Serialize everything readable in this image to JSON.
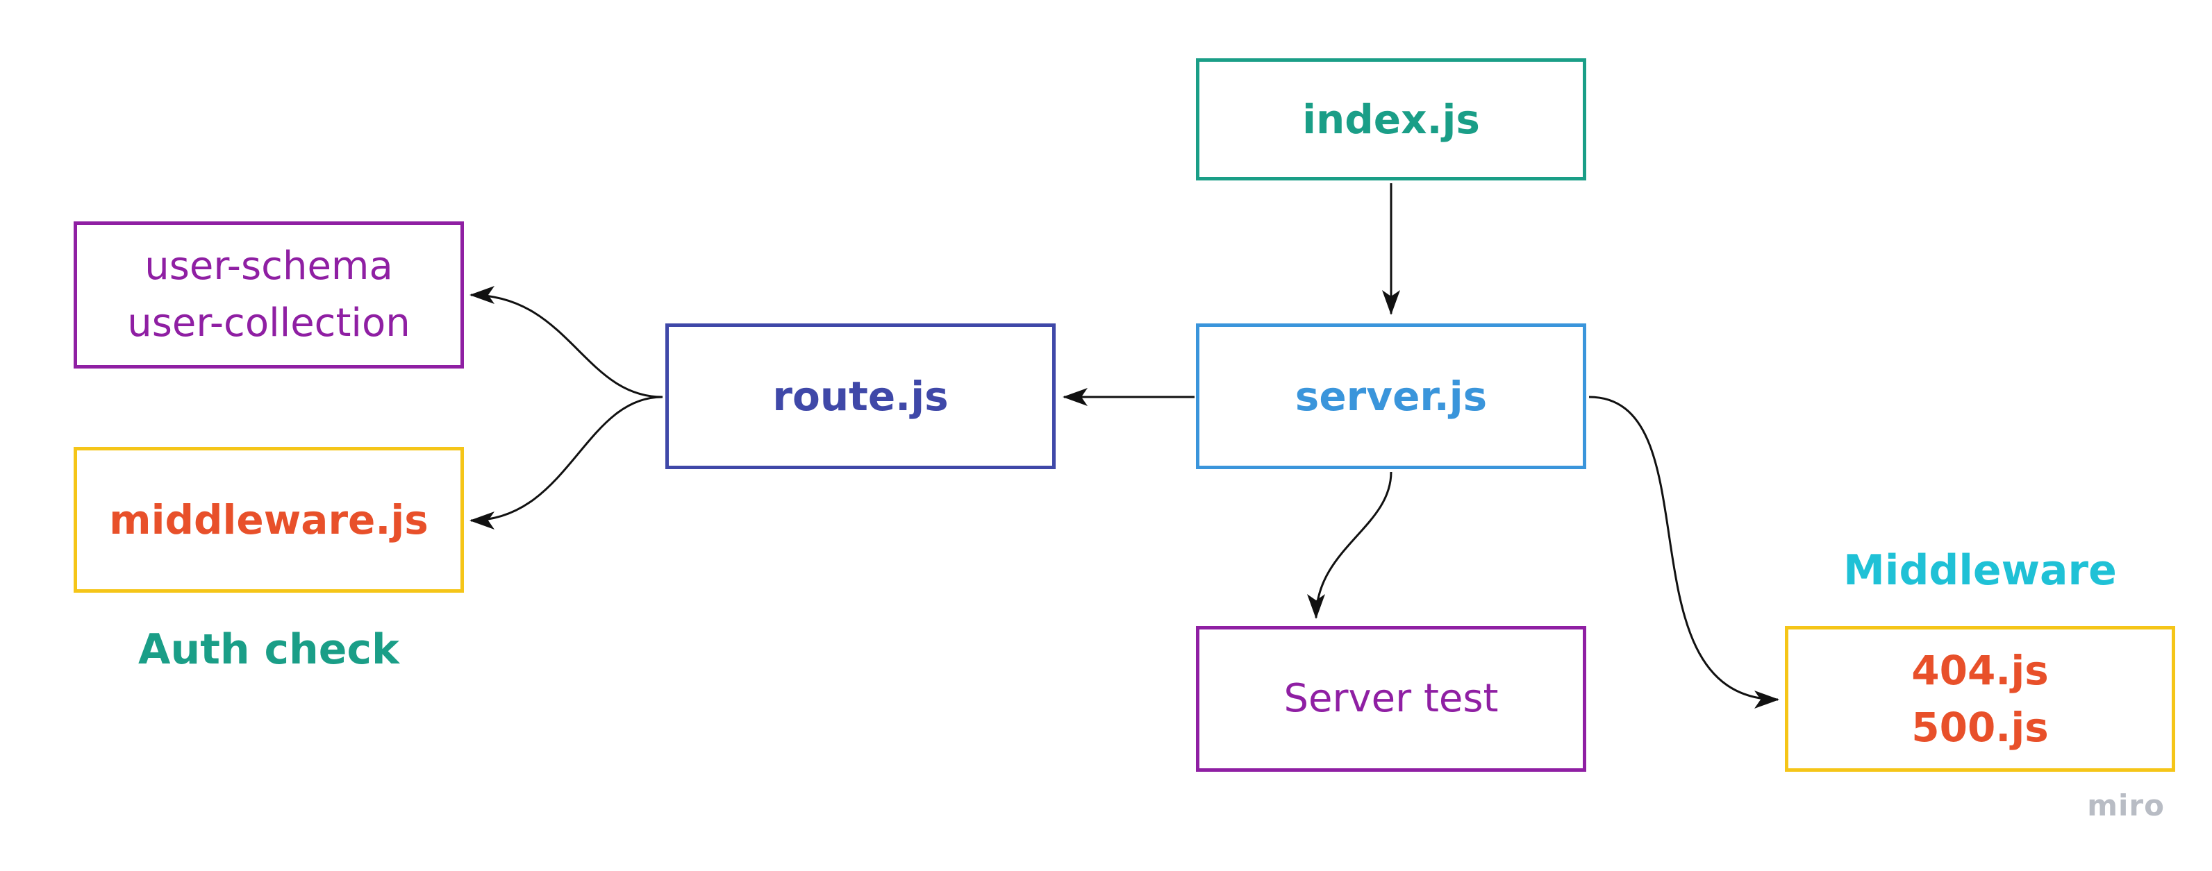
{
  "nodes": {
    "index": {
      "lines": [
        "index.js"
      ],
      "border_color": "#1a9e87",
      "text_color": "#1a9e87",
      "weight": "bold"
    },
    "server": {
      "lines": [
        "server.js"
      ],
      "border_color": "#3a95db",
      "text_color": "#3a95db",
      "weight": "bold"
    },
    "route": {
      "lines": [
        "route.js"
      ],
      "border_color": "#3f48a8",
      "text_color": "#3f48a8",
      "weight": "bold"
    },
    "schema": {
      "lines": [
        "user-schema",
        "user-collection"
      ],
      "border_color": "#8f1fa3",
      "text_color": "#8f1fa3",
      "weight": "regular"
    },
    "middleware": {
      "lines": [
        "middleware.js"
      ],
      "border_color": "#f5c518",
      "text_color": "#e8502a",
      "weight": "bold"
    },
    "servertest": {
      "lines": [
        "Server test"
      ],
      "border_color": "#8f1fa3",
      "text_color": "#8f1fa3",
      "weight": "regular"
    },
    "errors": {
      "lines": [
        "404.js",
        "500.js"
      ],
      "border_color": "#f5c518",
      "text_color": "#e8502a",
      "weight": "bold"
    }
  },
  "labels": {
    "auth_check": {
      "text": "Auth check",
      "color": "#1a9e87"
    },
    "middleware": {
      "text": "Middleware",
      "color": "#1fc1d6"
    }
  },
  "edges": [
    {
      "from": "index",
      "to": "server"
    },
    {
      "from": "server",
      "to": "route"
    },
    {
      "from": "route",
      "to": "schema"
    },
    {
      "from": "route",
      "to": "middleware"
    },
    {
      "from": "server",
      "to": "servertest"
    },
    {
      "from": "server",
      "to": "errors"
    }
  ],
  "watermark": "miro"
}
